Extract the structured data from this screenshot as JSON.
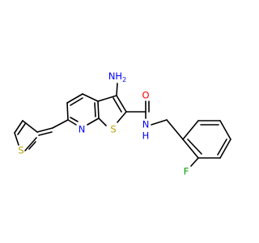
{
  "atoms": {
    "amino": {
      "text": "NH",
      "subscript": "2",
      "color": "#0000ff"
    },
    "amide_n": {
      "text": "N",
      "color": "#0000ff"
    },
    "amide_h": {
      "text": "H",
      "color": "#0000ff"
    },
    "pyridine_n": {
      "text": "N",
      "color": "#0000ff"
    },
    "carbonyl_o": {
      "text": "O",
      "color": "#ff0000"
    },
    "thieno_s": {
      "text": "S",
      "color": "#b8a000"
    },
    "thiophene_s": {
      "text": "S",
      "color": "#b8a000"
    },
    "fluorine": {
      "text": "F",
      "color": "#00a000"
    }
  }
}
